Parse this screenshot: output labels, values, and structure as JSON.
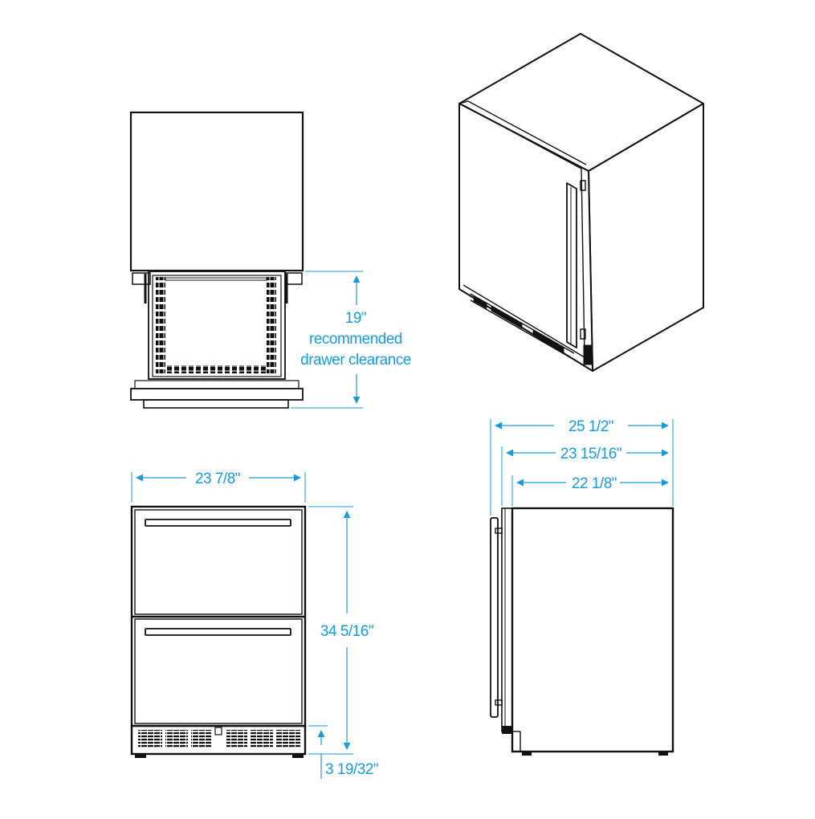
{
  "diagram": {
    "accent_color": "#1a9ad9",
    "line_color": "#111111",
    "labels": {
      "drawer_clearance_value": "19\"",
      "drawer_clearance_line1": "recommended",
      "drawer_clearance_line2": "drawer clearance",
      "front_width": "23 7/8\"",
      "front_height": "34 5/16\"",
      "kick_height": "3 19/32\"",
      "overall_depth": "25 1/2\"",
      "depth_without_handle": "23 15/16\"",
      "cabinet_depth": "22 1/8\""
    }
  }
}
